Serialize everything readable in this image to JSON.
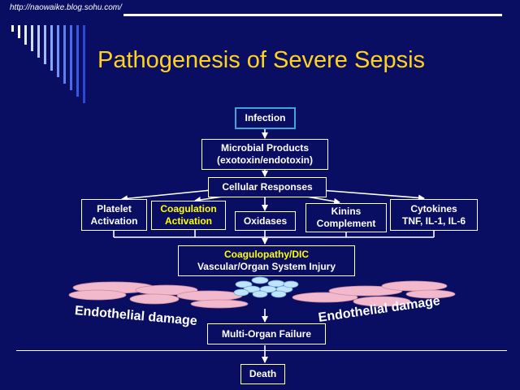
{
  "header": {
    "url": "http://naowaike.blog.sohu.com/"
  },
  "title": "Pathogenesis of Severe Sepsis",
  "nodes": {
    "infection": "Infection",
    "microbial_line1": "Microbial Products",
    "microbial_line2": "(exotoxin/endotoxin)",
    "cellular": "Cellular Responses",
    "platelet_line1": "Platelet",
    "platelet_line2": "Activation",
    "coag_line1": "Coagulation",
    "coag_line2": "Activation",
    "oxidases": "Oxidases",
    "kinins_line1": "Kinins",
    "kinins_line2": "Complement",
    "cytokines_line1": "Cytokines",
    "cytokines_line2": "TNF, IL-1, IL-6",
    "coagulopathy_line1": "Coagulopathy/DIC",
    "coagulopathy_line2": "Vascular/Organ System Injury",
    "mof": "Multi-Organ Failure",
    "death": "Death"
  },
  "labels": {
    "endothelial_left": "Endothelial damage",
    "endothelial_right": "Endothelial damage"
  },
  "colors": {
    "background": "#0a0e63",
    "title": "#ffd21e",
    "highlight_text": "#ffff00",
    "infection_border": "#44a4d8",
    "endothelial_cells": "#f2b8cc",
    "platelet_cluster": "#bfe4fb"
  }
}
